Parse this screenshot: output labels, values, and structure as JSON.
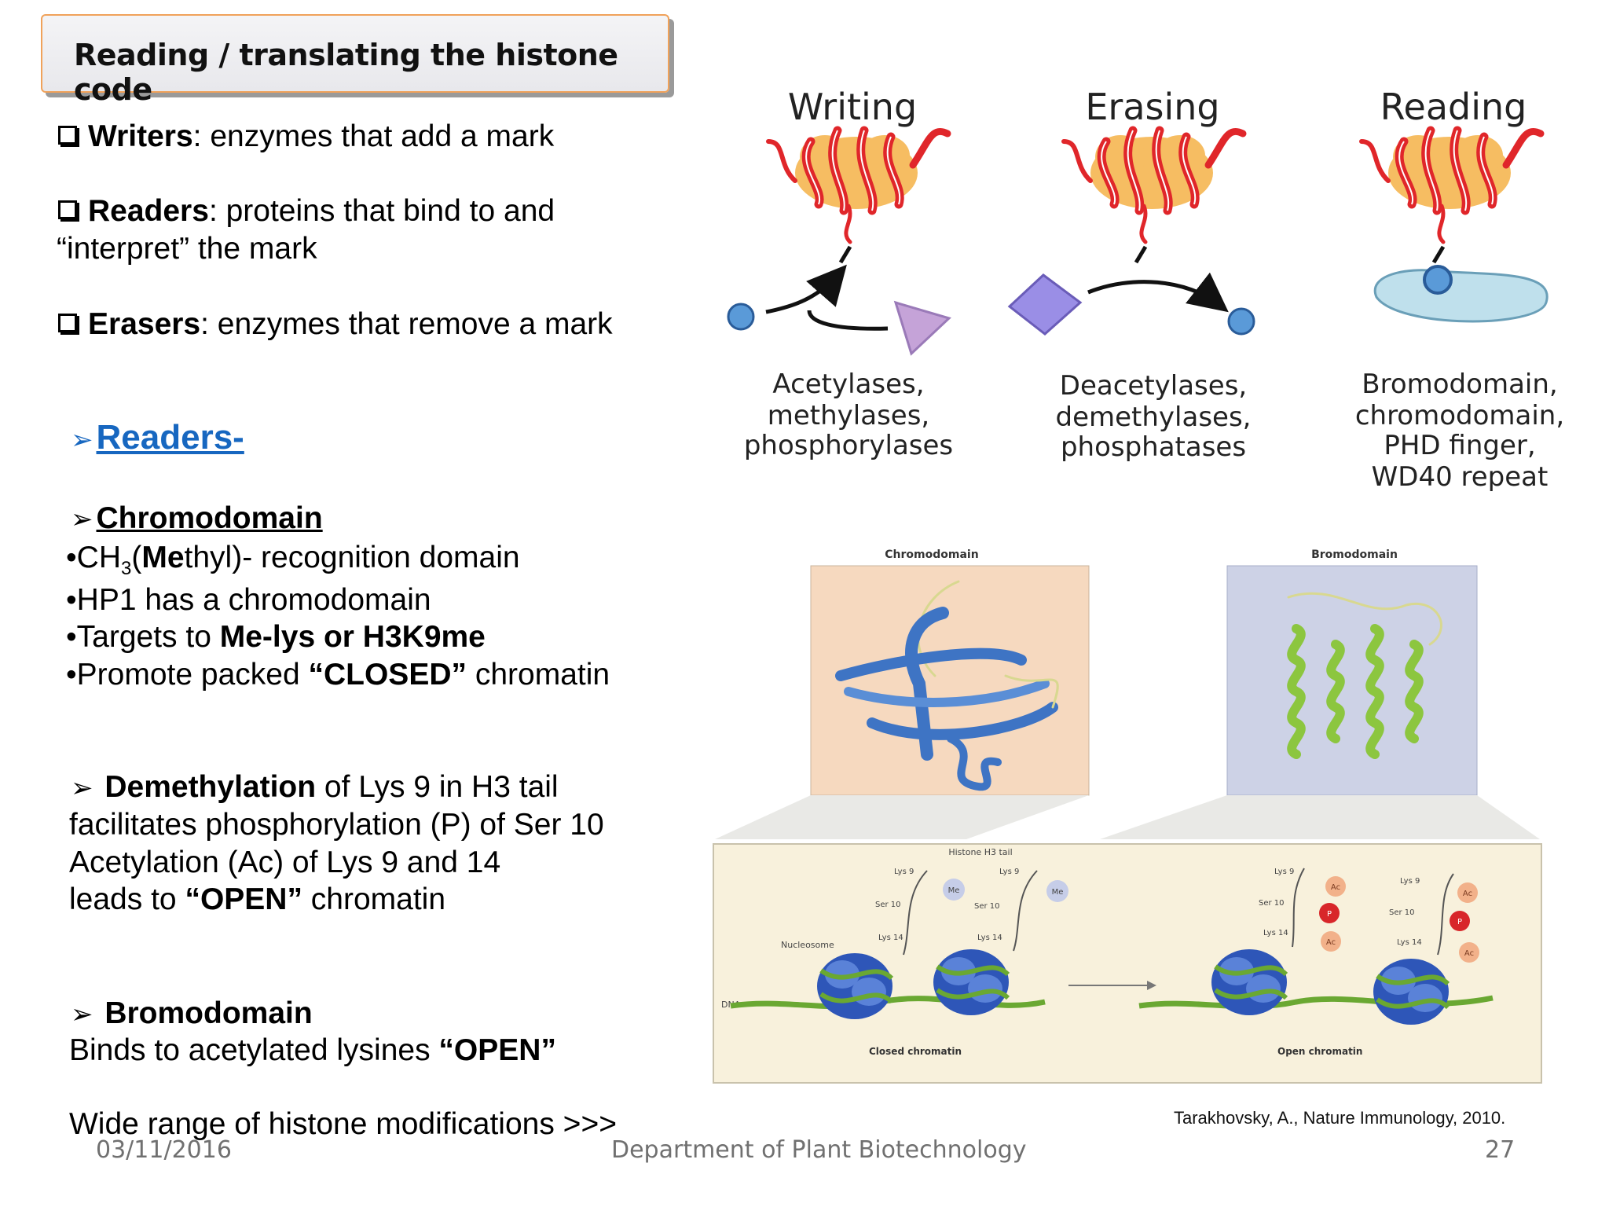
{
  "title": "Reading / translating the histone code",
  "bullets": {
    "writers": {
      "term": "Writers",
      "desc": ": enzymes that add a mark"
    },
    "readers": {
      "term": "Readers",
      "desc": ": proteins that bind to and",
      "desc2": "“interpret” the mark"
    },
    "erasers": {
      "term": "Erasers",
      "desc": ": enzymes that remove a mark"
    }
  },
  "readers_heading": "Readers-",
  "chromodomain": {
    "heading": "Chromodomain",
    "line1_pre": "•CH",
    "line1_sub": "3",
    "line1_paren": "(",
    "line1_bold": "Me",
    "line1_post": "thyl)- recognition domain",
    "line2": "•HP1 has a chromodomain",
    "line3_pre": "•Targets to ",
    "line3_bold": "Me-lys or H3K9me",
    "line4_pre": "•Promote packed ",
    "line4_bold": "“CLOSED”",
    "line4_post": " chromatin"
  },
  "demethylation": {
    "bold": "Demethylation",
    "line1_rest": " of Lys 9 in H3 tail",
    "line2": "facilitates phosphorylation (P) of Ser 10",
    "line3": "Acetylation (Ac) of Lys 9 and 14",
    "line4_pre": "leads to ",
    "line4_bold": "“OPEN”",
    "line4_post": " chromatin"
  },
  "bromodomain": {
    "heading": "Bromodomain",
    "line_pre": "Binds to acetylated lysines ",
    "line_bold": "“OPEN”"
  },
  "wide_range": "Wide range of histone modifications >>>",
  "figure_top": {
    "panels": [
      {
        "title": "Writing",
        "caption": [
          "Acetylases,",
          "methylases,",
          "phosphorylases"
        ]
      },
      {
        "title": "Erasing",
        "caption": [
          "Deacetylases,",
          "demethylases,",
          "phosphatases"
        ]
      },
      {
        "title": "Reading",
        "caption": [
          "Bromodomain,",
          "chromodomain,",
          "PHD finger,",
          "WD40 repeat"
        ]
      }
    ]
  },
  "figure_bottom": {
    "chromodomain_label": "Chromodomain",
    "bromodomain_label": "Bromodomain",
    "histone_tail": "Histone H3 tail",
    "nucleosome": "Nucleosome",
    "dna": "DNA",
    "closed": "Closed chromatin",
    "open": "Open chromatin",
    "lys9": "Lys 9",
    "ser10": "Ser 10",
    "lys14": "Lys 14",
    "me": "Me",
    "ac": "Ac",
    "p": "P"
  },
  "citation": "Tarakhovsky, A., Nature Immunology, 2010.",
  "footer": {
    "date": "03/11/2016",
    "dept": "Department of Plant Biotechnology",
    "page": "27"
  },
  "colors": {
    "accent_blue": "#1767c0",
    "title_border": "#f0a25a",
    "helix_red": "#e0262a",
    "protein_orange": "#f6bd62"
  }
}
